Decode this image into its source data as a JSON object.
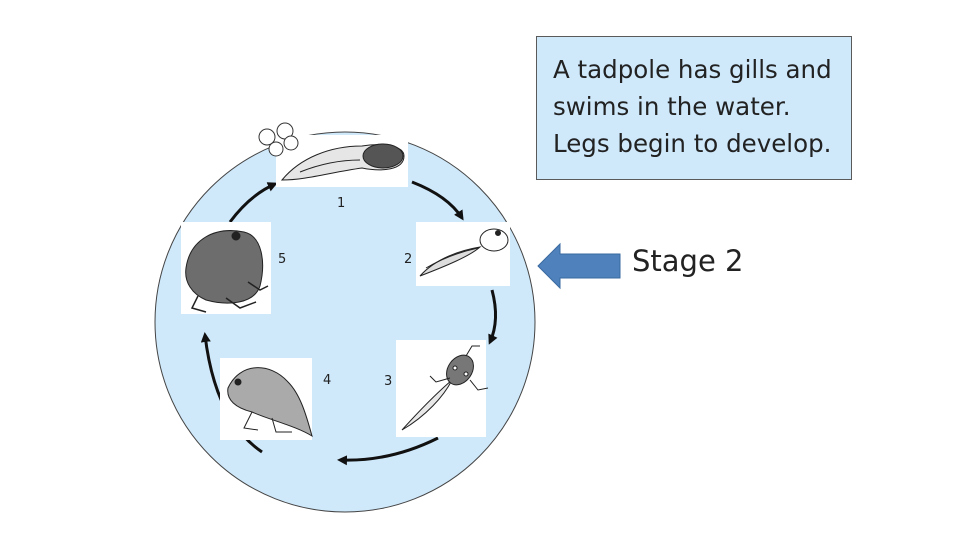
{
  "note": {
    "lines": [
      "A tadpole has gills and",
      "swims in the water.",
      "Legs begin to develop."
    ]
  },
  "pointer": {
    "label": "Stage 2",
    "color": "#4f81bd"
  },
  "cycle": {
    "background_color": "#cfe9fb",
    "stages": [
      {
        "number": "1",
        "picture": "eggs-and-tadpole"
      },
      {
        "number": "2",
        "picture": "tadpole"
      },
      {
        "number": "3",
        "picture": "tadpole-with-legs"
      },
      {
        "number": "4",
        "picture": "froglet"
      },
      {
        "number": "5",
        "picture": "adult-frog"
      }
    ]
  }
}
